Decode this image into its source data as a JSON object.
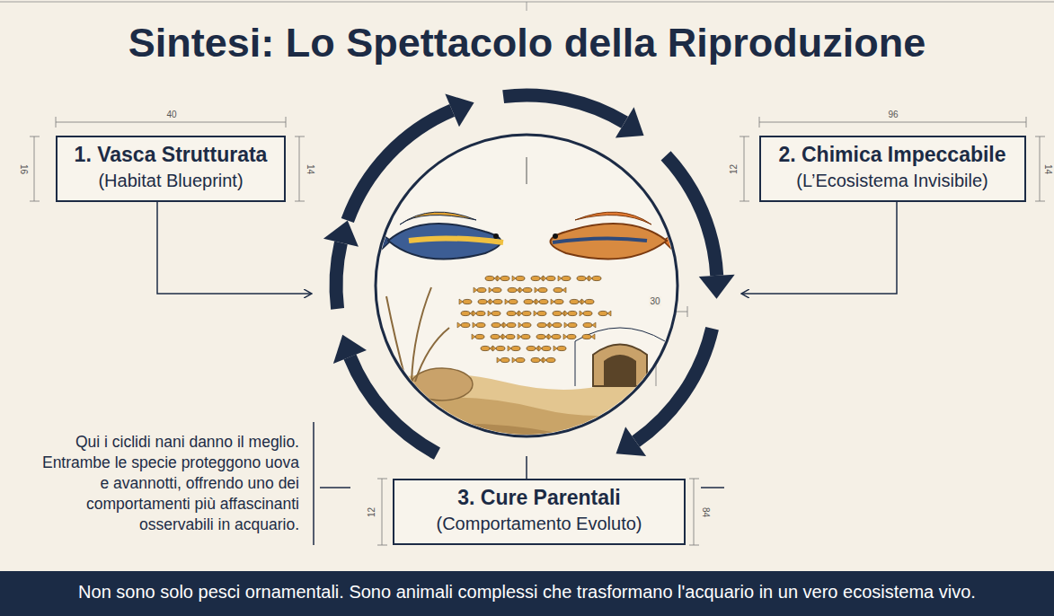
{
  "diagram": {
    "title": "Sintesi: Lo Spettacolo della Riproduzione",
    "caption": "Non sono solo pesci ornamentali. Sono animali complessi che trasformano l'acquario in un vero ecosistema vivo.",
    "nodes": [
      {
        "text": [
          "1. Vasca Strutturata",
          "(Habitat Blueprint)"
        ]
      },
      {
        "text": [
          "2. Chimica Impeccabile",
          "(L’Ecosistema Invisibile)"
        ]
      },
      {
        "text": [
          "3. Cure Parentali",
          "(Comportamento Evoluto)"
        ]
      }
    ],
    "labels": [
      "40",
      "16",
      "14",
      "96",
      "12",
      "14",
      "30",
      "Qui i ciclidi nani danno il meglio. Entrambe le specie proteggono uova e avannotti, offrendo uno dei comportamenti più affascinanti osservabili in acquario.",
      "12",
      "84"
    ]
  }
}
